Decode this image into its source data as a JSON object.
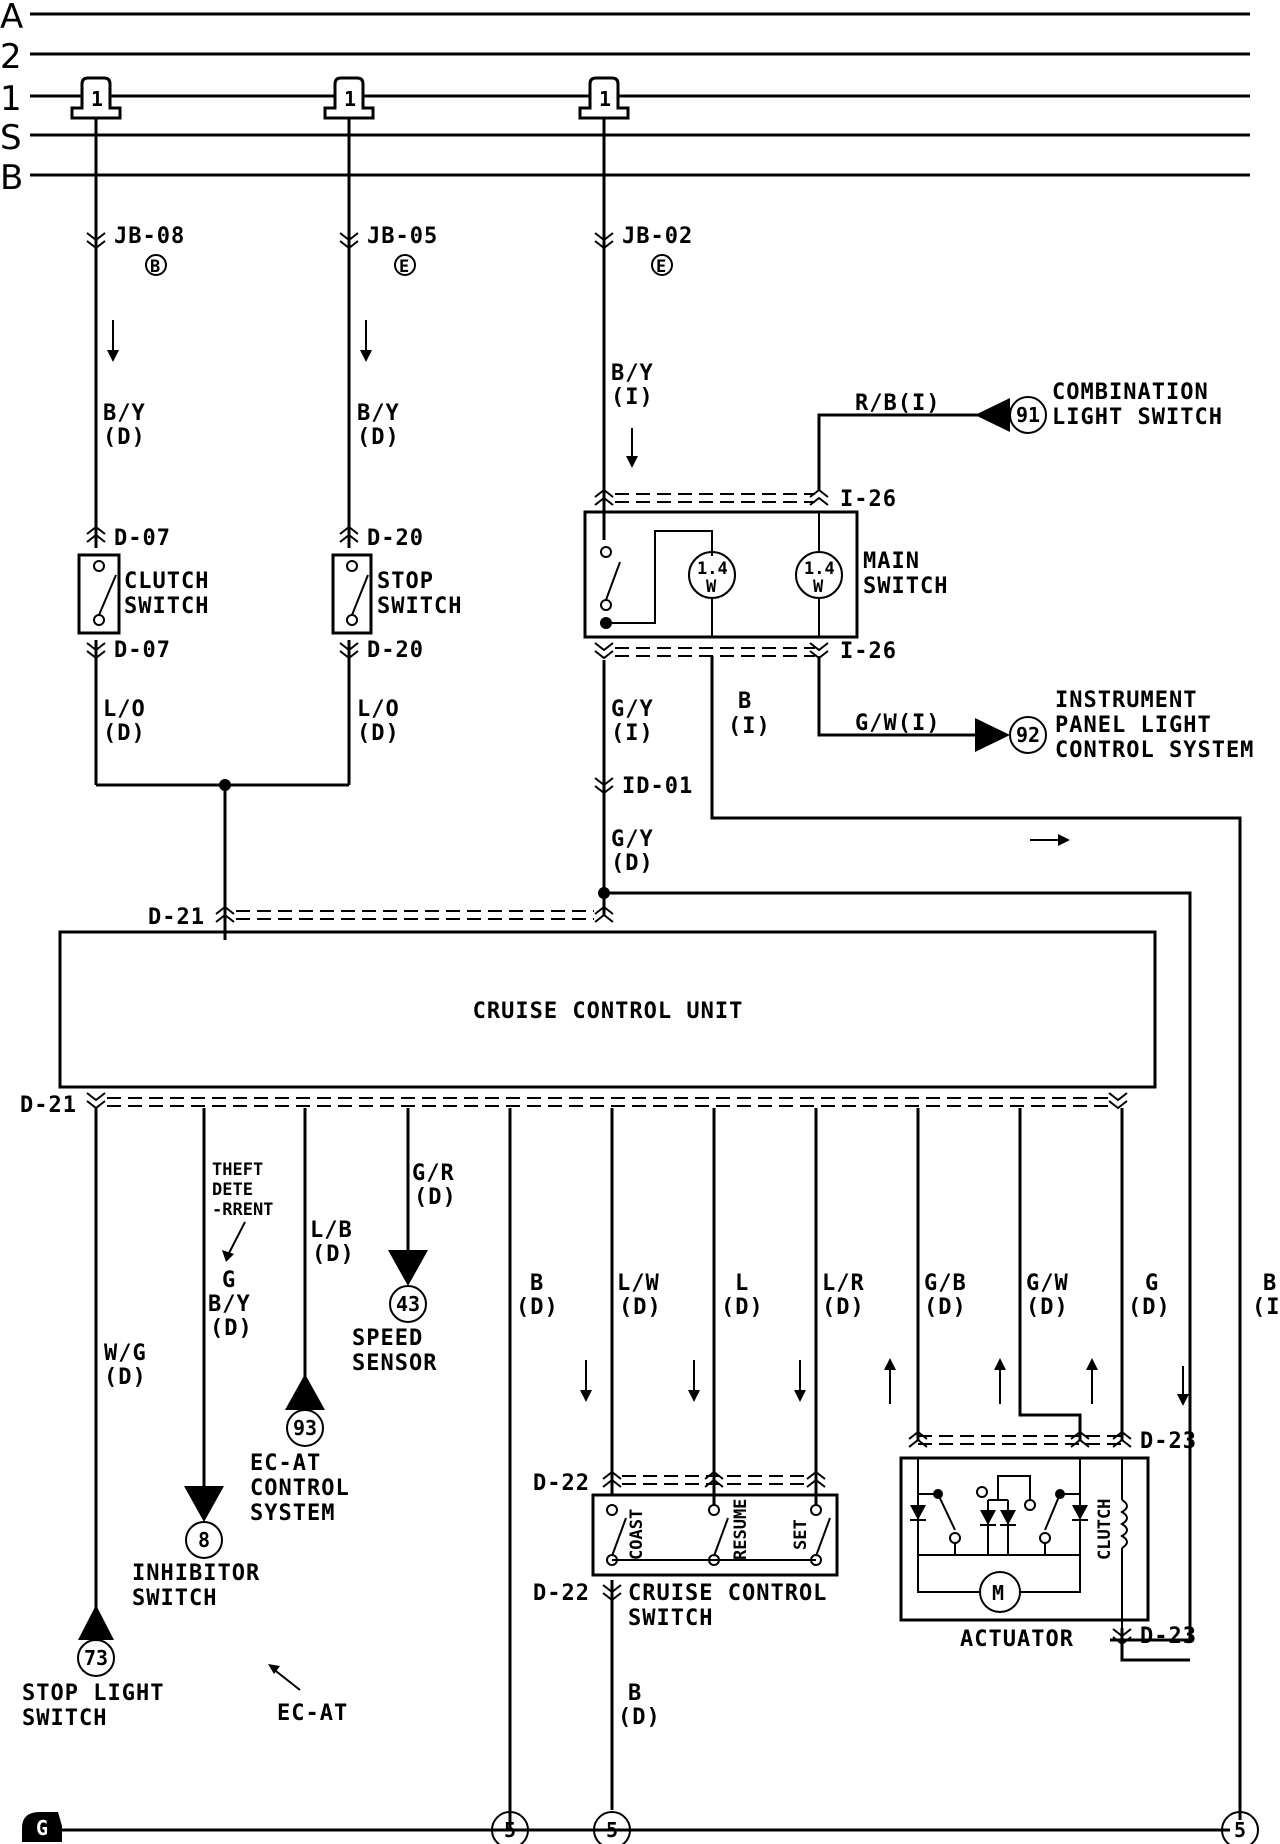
{
  "bus": {
    "lines": [
      "A",
      "2",
      "1",
      "S",
      "B"
    ],
    "fuse_label": "1"
  },
  "junctions": {
    "jb08": "JB-08",
    "jb08_letter": "B",
    "jb05": "JB-05",
    "jb05_letter": "E",
    "jb02": "JB-02",
    "jb02_letter": "E"
  },
  "wires": {
    "by_d": "B/Y",
    "d": "(D)",
    "i": "(I)",
    "lo": "L/O",
    "gy": "G/Y",
    "b": "B",
    "rb_i": "R/B(I)",
    "gw_i": "G/W(I)",
    "wg": "W/G",
    "g": "G",
    "lb": "L/B",
    "gr": "G/R",
    "lw": "L/W",
    "l": "L",
    "lr": "L/R",
    "gb": "G/B",
    "gw": "G/W"
  },
  "connectors": {
    "d07": "D-07",
    "d20": "D-20",
    "i26": "I-26",
    "id01": "ID-01",
    "d21": "D-21",
    "d22": "D-22",
    "d23": "D-23"
  },
  "components": {
    "clutch_switch": [
      "CLUTCH",
      "SWITCH"
    ],
    "stop_switch": [
      "STOP",
      "SWITCH"
    ],
    "main_switch": [
      "MAIN",
      "SWITCH"
    ],
    "bulb": [
      "1.4",
      "W"
    ],
    "cruise_unit": "CRUISE CONTROL UNIT",
    "cruise_switch": [
      "CRUISE CONTROL",
      "SWITCH"
    ],
    "cruise_contacts": [
      "COAST",
      "RESUME",
      "SET"
    ],
    "actuator": "ACTUATOR",
    "actuator_clutch": "CLUTCH",
    "motor": "M"
  },
  "references": {
    "r91": {
      "num": "91",
      "lines": [
        "COMBINATION",
        "LIGHT SWITCH"
      ]
    },
    "r92": {
      "num": "92",
      "lines": [
        "INSTRUMENT",
        "PANEL LIGHT",
        "CONTROL SYSTEM"
      ]
    },
    "r43": {
      "num": "43",
      "lines": [
        "SPEED",
        "SENSOR"
      ]
    },
    "r93": {
      "num": "93",
      "lines": [
        "EC-AT",
        "CONTROL",
        "SYSTEM"
      ]
    },
    "r8": {
      "num": "8",
      "lines": [
        "INHIBITOR",
        "SWITCH"
      ]
    },
    "r73": {
      "num": "73",
      "lines": [
        "STOP LIGHT",
        "SWITCH"
      ]
    }
  },
  "notes": {
    "theft": [
      "THEFT",
      "DETE",
      "-RRENT"
    ],
    "ecat": "EC-AT"
  },
  "ground": {
    "symbol": "G",
    "point": "5"
  }
}
